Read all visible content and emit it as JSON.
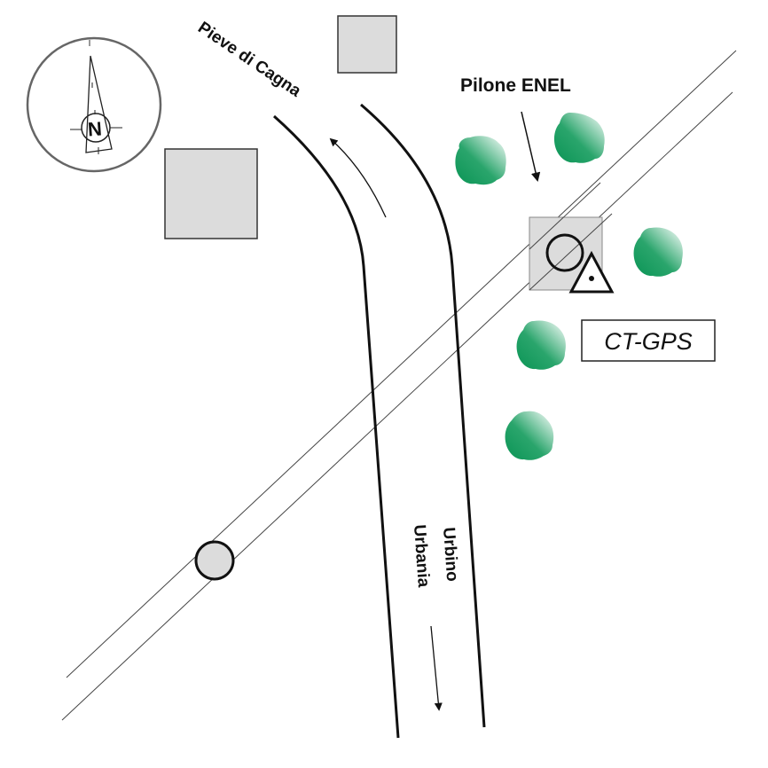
{
  "diagram": {
    "type": "site-sketch-map",
    "compass": {
      "letter": "N",
      "icon": "north-arrow-icon"
    },
    "labels": {
      "road_north": "Pieve di Cagna",
      "road_south_1": "Urbino",
      "road_south_2": "Urbania",
      "pylon": "Pilone ENEL",
      "station": "CT-GPS"
    },
    "colors": {
      "building_fill": "#dcdcdc",
      "building_stroke": "#333333",
      "tree_dark": "#0c9657",
      "tree_light": "#ffffff",
      "line": "#111111",
      "powerline": "#555555"
    },
    "features": {
      "buildings": [
        "building-large",
        "building-small"
      ],
      "trees": [
        "tree-1",
        "tree-2",
        "tree-3",
        "tree-4",
        "tree-5"
      ],
      "poles": [
        "power-pole"
      ],
      "markers": [
        "gps-station-triangle",
        "pylon-circle"
      ]
    }
  }
}
